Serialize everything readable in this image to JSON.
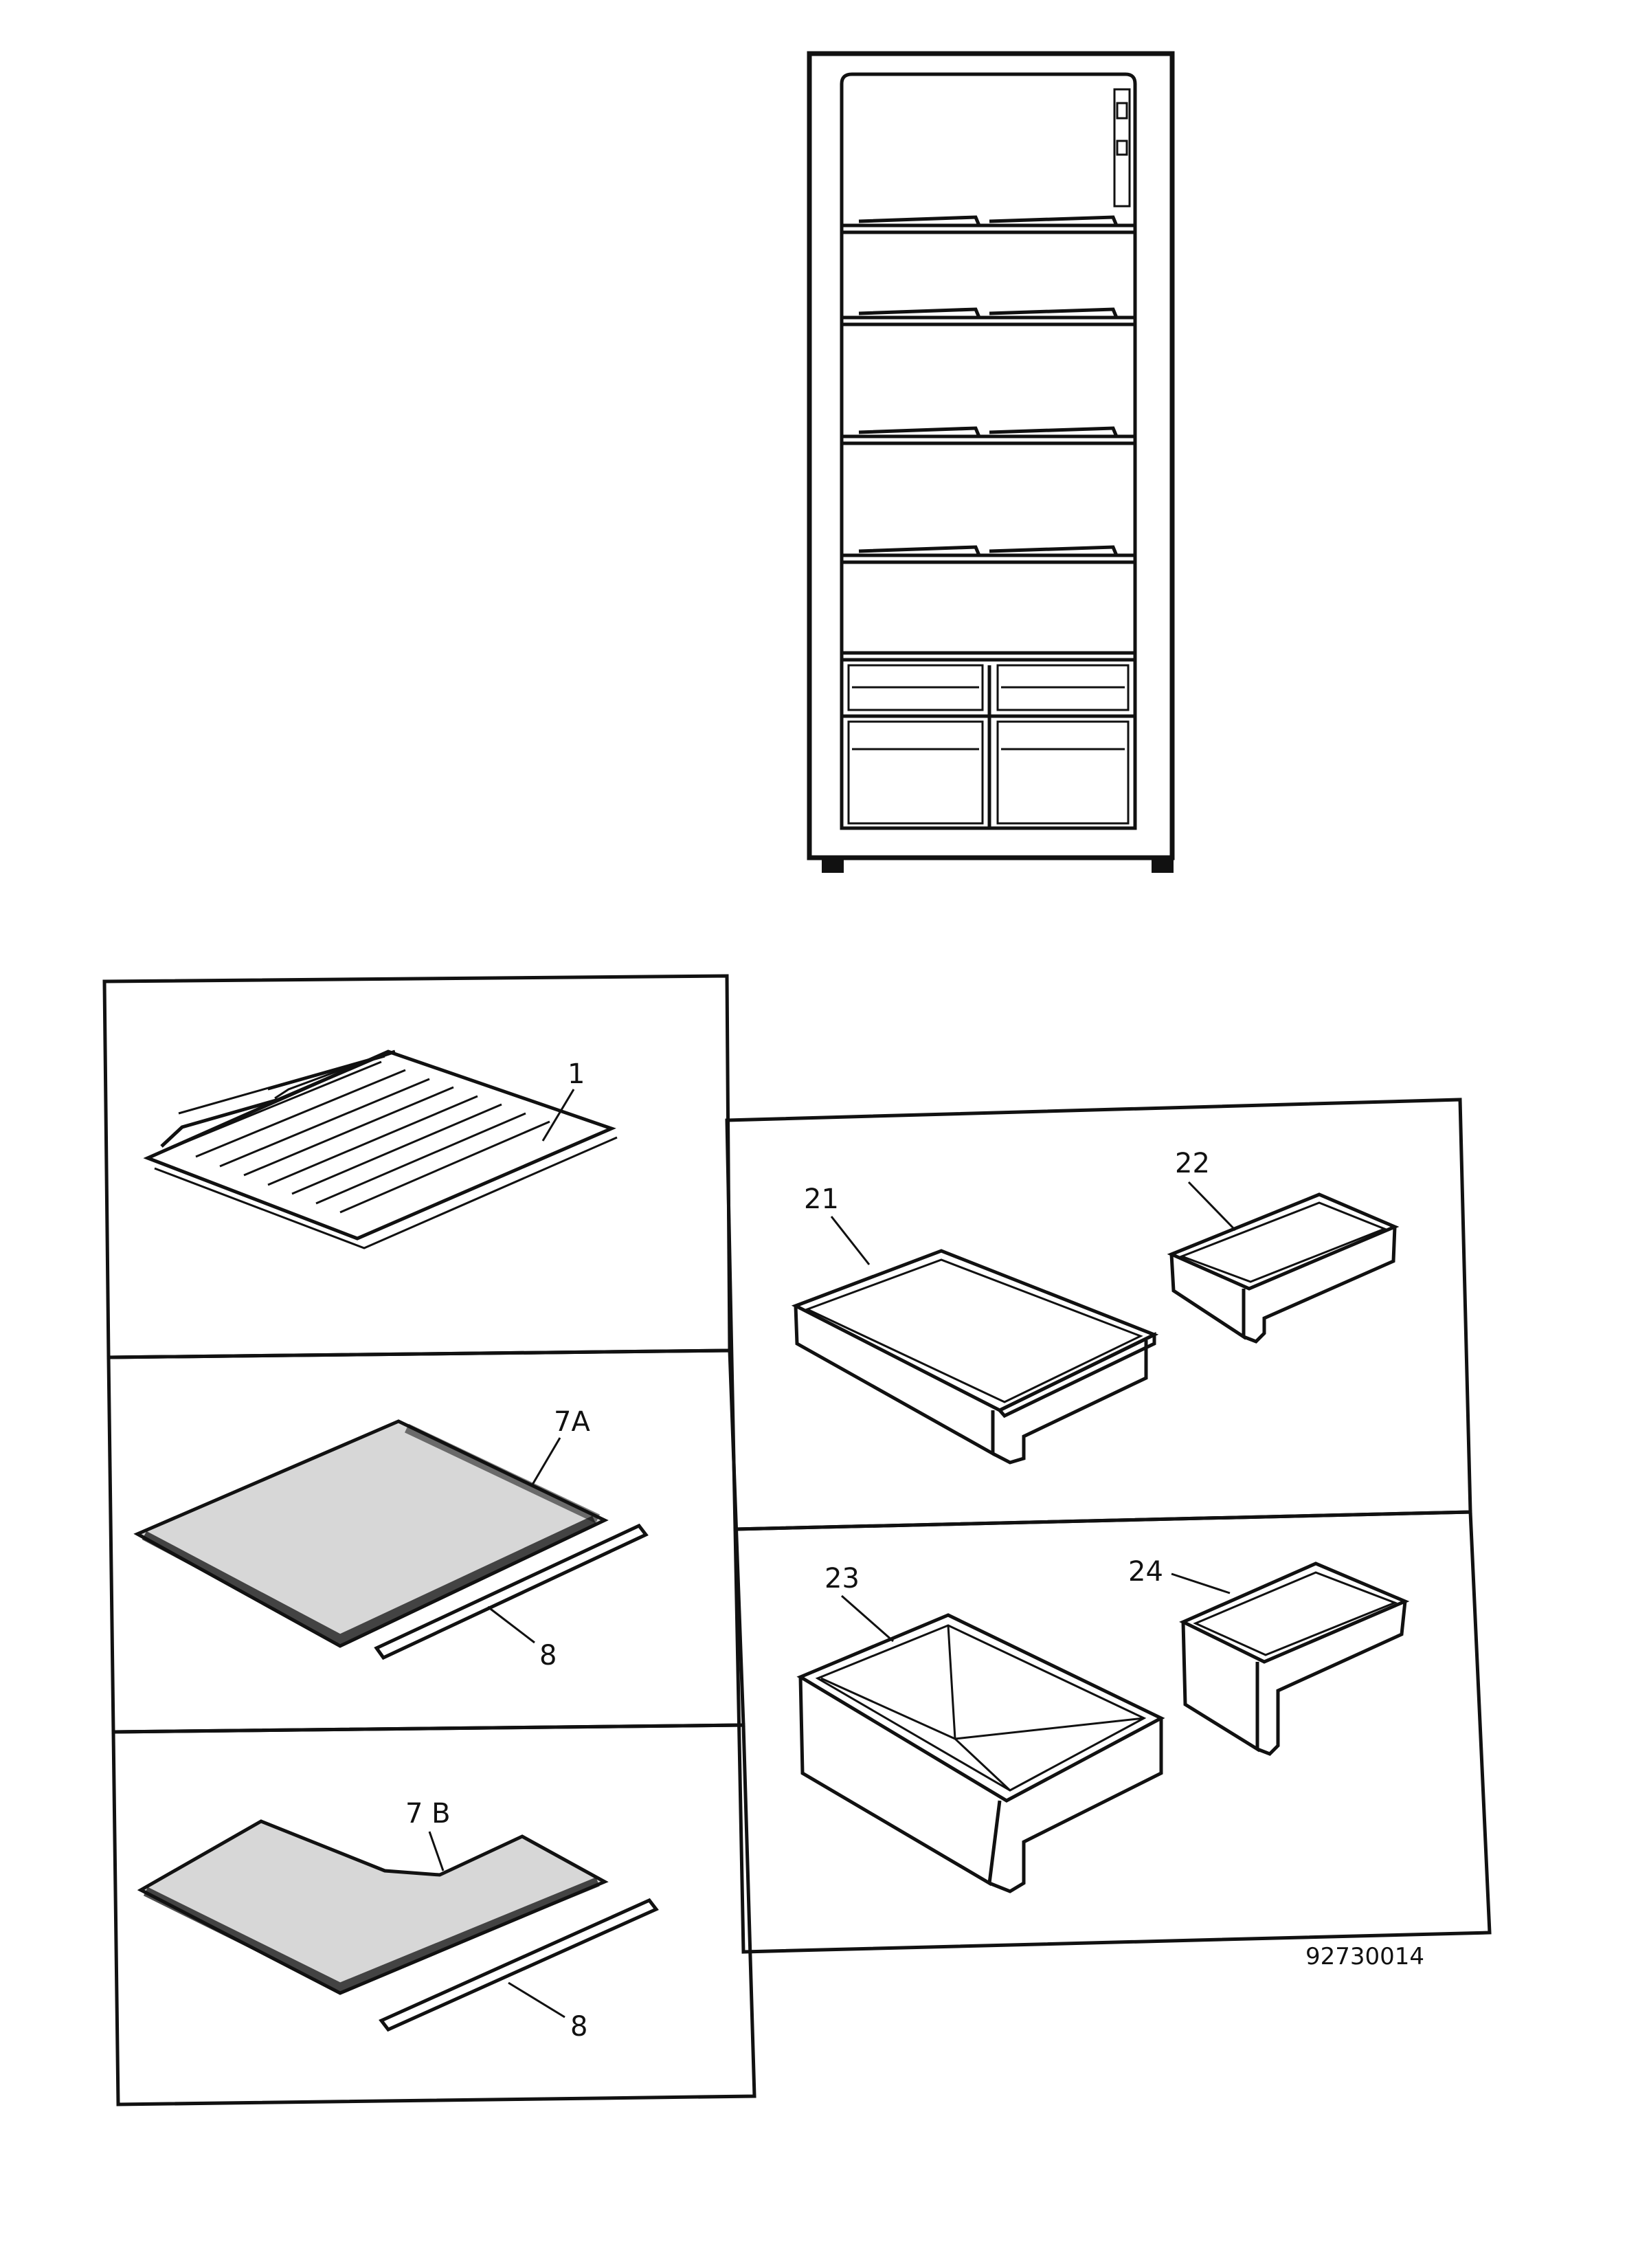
{
  "parts": {
    "wire_shelf": "1",
    "glass_shelf_full": "7A",
    "glass_shelf_notched": "7 B",
    "shelf_trim_a": "8",
    "shelf_trim_b": "8",
    "crisper_large": "21",
    "crisper_small": "22",
    "drawer_large": "23",
    "drawer_small": "24"
  },
  "diagram_code": "92730014"
}
